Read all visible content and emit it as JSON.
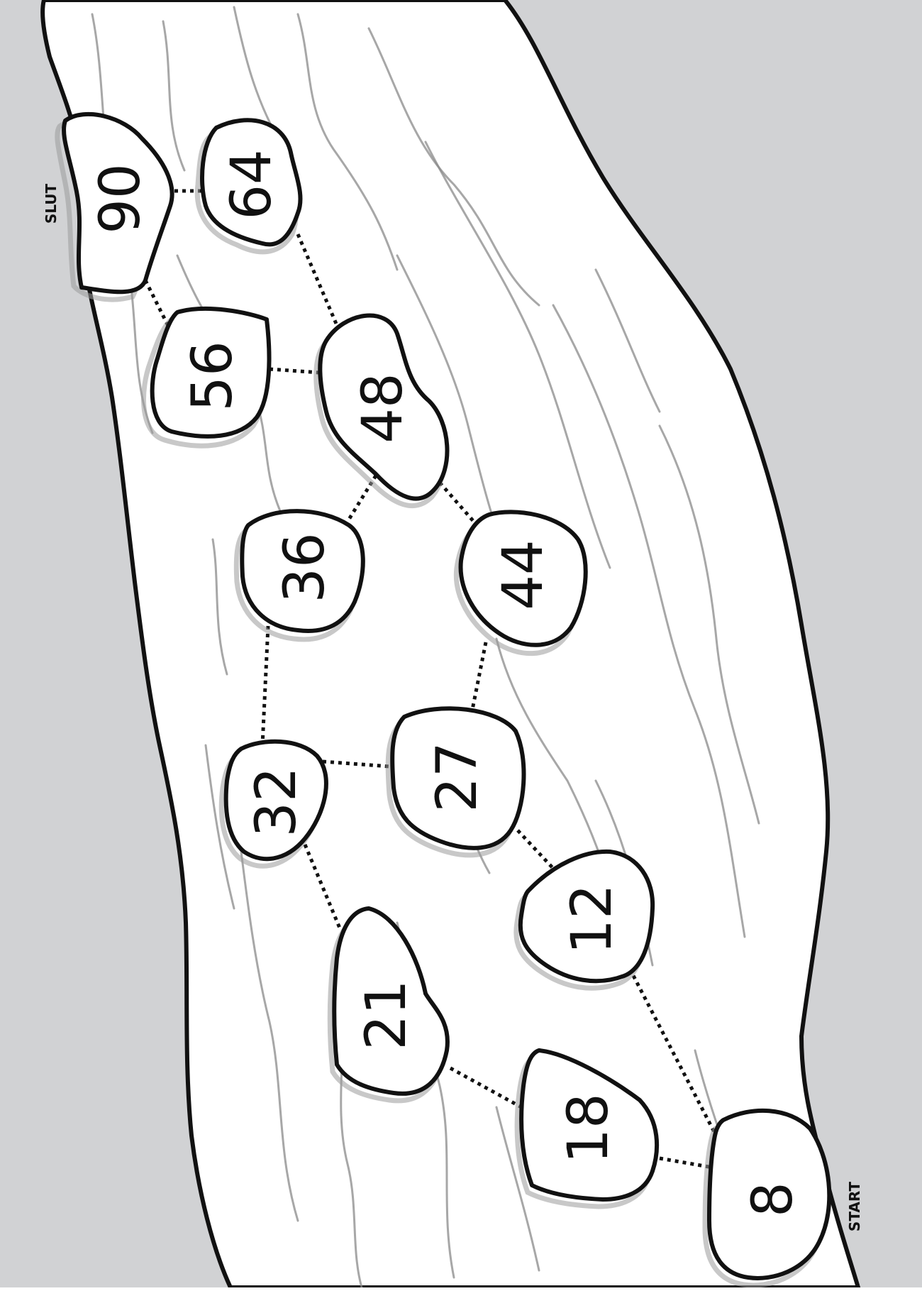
{
  "labels": {
    "start": "START",
    "end": "SLUT"
  },
  "colors": {
    "bank": "#d1d2d4",
    "river": "#ffffff",
    "outline": "#111111",
    "current": "#8a8a8a"
  },
  "stones": [
    {
      "id": "s90",
      "number": "90",
      "role": "end"
    },
    {
      "id": "s64",
      "number": "64"
    },
    {
      "id": "s56",
      "number": "56"
    },
    {
      "id": "s48",
      "number": "48"
    },
    {
      "id": "s36",
      "number": "36"
    },
    {
      "id": "s44",
      "number": "44"
    },
    {
      "id": "s32",
      "number": "32"
    },
    {
      "id": "s27",
      "number": "27"
    },
    {
      "id": "s12",
      "number": "12"
    },
    {
      "id": "s21",
      "number": "21"
    },
    {
      "id": "s18",
      "number": "18"
    },
    {
      "id": "s8",
      "number": "8",
      "role": "start"
    }
  ],
  "connections": [
    [
      "90",
      "64"
    ],
    [
      "90",
      "56"
    ],
    [
      "64",
      "48"
    ],
    [
      "56",
      "48"
    ],
    [
      "48",
      "36"
    ],
    [
      "48",
      "44"
    ],
    [
      "36",
      "32"
    ],
    [
      "44",
      "27"
    ],
    [
      "32",
      "27"
    ],
    [
      "32",
      "21"
    ],
    [
      "27",
      "12"
    ],
    [
      "21",
      "18"
    ],
    [
      "12",
      "8"
    ],
    [
      "18",
      "8"
    ]
  ]
}
